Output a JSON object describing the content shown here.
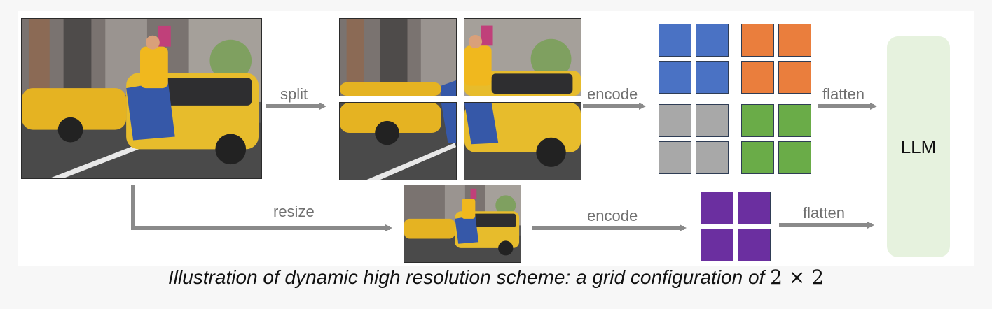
{
  "diagram": {
    "labels": {
      "split": "split",
      "encode_top": "encode",
      "flatten_top": "flatten",
      "resize": "resize",
      "encode_bottom": "encode",
      "flatten_bottom": "flatten",
      "llm": "LLM"
    },
    "caption": {
      "text": "Illustration of dynamic high resolution scheme: a grid configuration of ",
      "math": "2 × 2"
    },
    "colors": {
      "tile_blue": "#4a72c4",
      "tile_orange": "#ea7e3d",
      "tile_gray": "#a8a8a8",
      "tile_green": "#6aac48",
      "tile_purple": "#6b2fa0",
      "arrow": "#8a8a8a",
      "llm_box": "#e6f2de"
    }
  }
}
